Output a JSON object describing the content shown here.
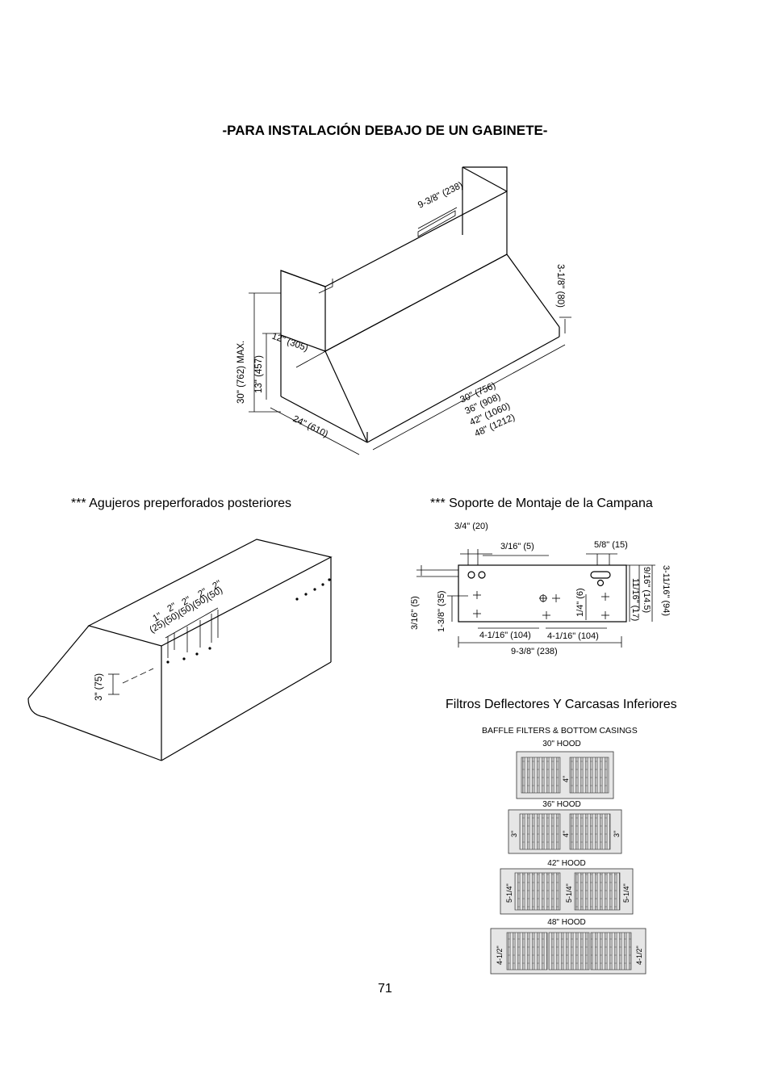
{
  "page": {
    "title": "-PARA INSTALACIÓN DEBAJO DE UN GABINETE-",
    "page_number": "71"
  },
  "hood_diagram": {
    "dim_chimney": "9-3/8\" (238)",
    "dim_depth_top": "12\" (305)",
    "dim_height_max": "30\" (762) MAX.",
    "dim_height": "13\" (457)",
    "dim_depth": "24\" (610)",
    "dim_lip": "3-1/8\" (80)",
    "widths": [
      "30\" (756)",
      "36\" (908)",
      "42\" (1060)",
      "48\" (1212)"
    ]
  },
  "rear_holes": {
    "caption": "*** Agujeros preperforados posteriores",
    "dim_inches": [
      "1\"",
      "2\"",
      "2\"",
      "2\"",
      "2\""
    ],
    "dim_mm": "(25)(50)(50)(50)(50)",
    "dim_vertical": "3\" (75)"
  },
  "bracket": {
    "caption": "*** Soporte de Montaje de la Campana",
    "dims": {
      "d1": "3/4\" (20)",
      "d2": "3/16\" (5)",
      "d3": "5/8\" (15)",
      "d4": "3-11/16\" (94)",
      "d5": "9/16\" (14.5)",
      "d6": "11/16\" (17)",
      "d7": "3/16\" (5)",
      "d8": "1-3/8\" (35)",
      "d9": "1/4\" (6)",
      "d10": "4-1/16\" (104)",
      "d11": "4-1/16\" (104)",
      "d12": "9-3/8\" (238)"
    }
  },
  "filters": {
    "caption": "Filtros Deflectores Y Carcasas Inferiores",
    "heading": "BAFFLE FILTERS & BOTTOM CASINGS",
    "hoods": [
      {
        "label": "30\" HOOD",
        "dims": [
          "4\""
        ]
      },
      {
        "label": "36\" HOOD",
        "dims": [
          "3\"",
          "4\"",
          "3\""
        ]
      },
      {
        "label": "42\" HOOD",
        "dims": [
          "5-1/4\"",
          "5-1/4\"",
          "5-1/4\""
        ]
      },
      {
        "label": "48\" HOOD",
        "dims": [
          "4-1/2\"",
          "4-1/2\""
        ]
      }
    ]
  }
}
